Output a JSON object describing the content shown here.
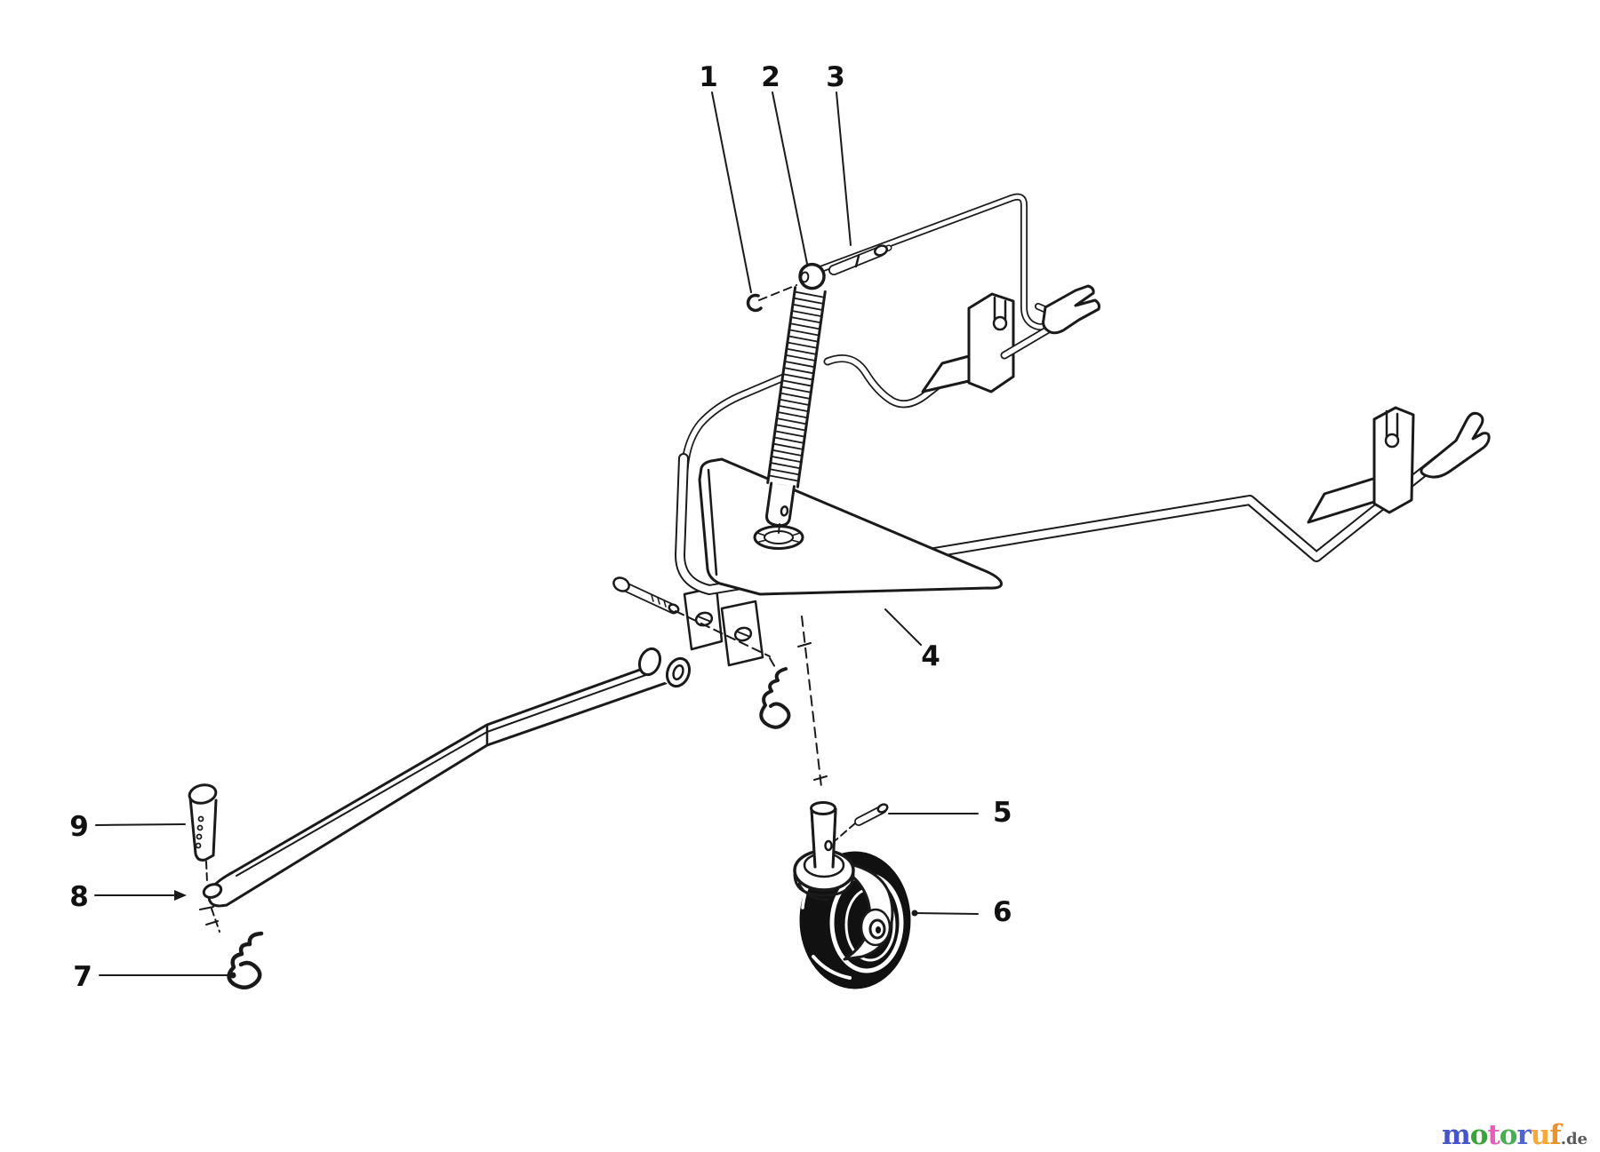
{
  "canvas": {
    "background": "#ffffff",
    "line_color": "#1a1a1a"
  },
  "callouts": [
    {
      "text": "1"
    },
    {
      "text": "2"
    },
    {
      "text": "3"
    },
    {
      "text": "4"
    },
    {
      "text": "5"
    },
    {
      "text": "6"
    },
    {
      "text": "7"
    },
    {
      "text": "8"
    },
    {
      "text": "9"
    }
  ],
  "logo": {
    "word": "motoruf",
    "letters": [
      {
        "char": "m",
        "color": "#4656c8"
      },
      {
        "char": "o",
        "color": "#3ea23c"
      },
      {
        "char": "t",
        "color": "#e45fb5"
      },
      {
        "char": "o",
        "color": "#4cab57"
      },
      {
        "char": "r",
        "color": "#5166cc"
      },
      {
        "char": "u",
        "color": "#f3a93d"
      },
      {
        "char": "f",
        "color": "#e8932c"
      }
    ],
    "suffix": ".de",
    "suffix_color": "#5a5a5a"
  }
}
